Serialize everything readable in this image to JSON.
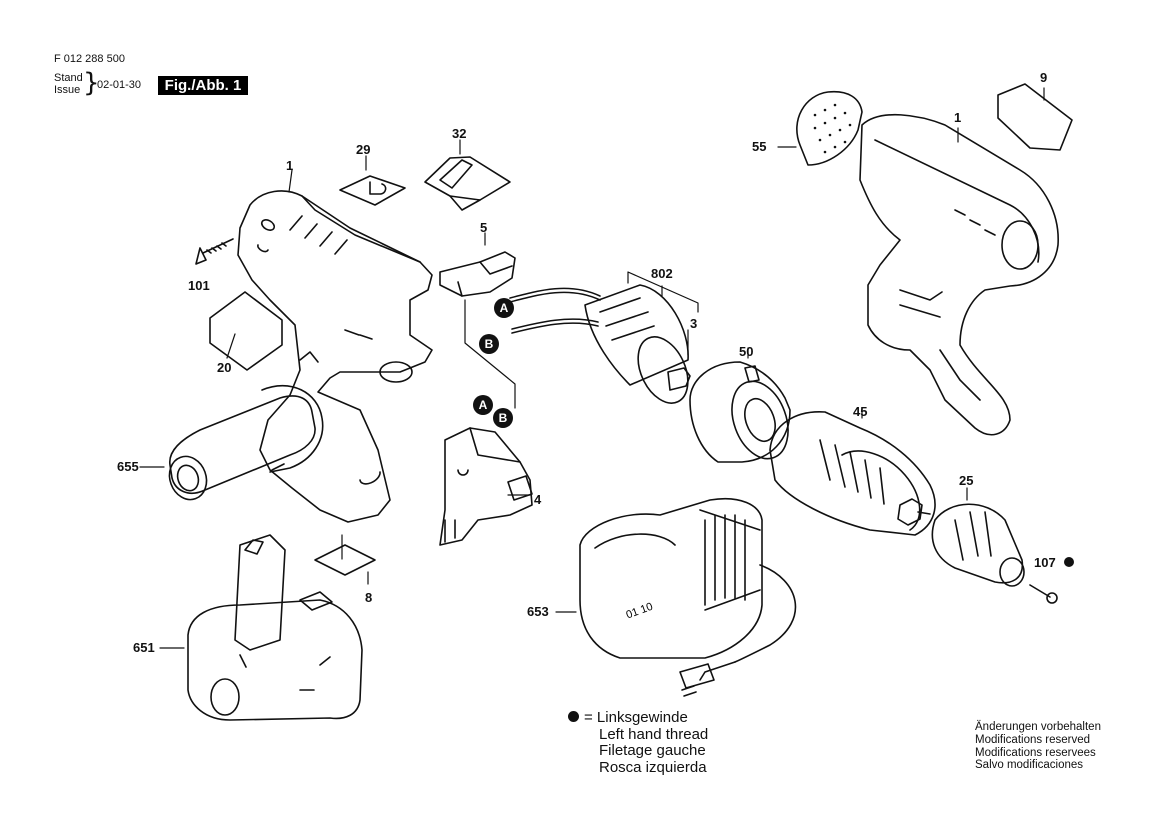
{
  "header": {
    "doc_number": "F 012 288 500",
    "stand_label": "Stand",
    "issue_label": "Issue",
    "date": "02-01-30",
    "figure": "Fig./Abb. 1"
  },
  "parts": {
    "p1_left": "1",
    "p29": "29",
    "p32": "32",
    "p5": "5",
    "p101": "101",
    "p20": "20",
    "p802": "802",
    "p3": "3",
    "p50": "50",
    "p45": "45",
    "p25": "25",
    "p107": "107",
    "p655": "655",
    "p4": "4",
    "p8": "8",
    "p651": "651",
    "p653": "653",
    "p55": "55",
    "p9": "9",
    "p1_right": "1"
  },
  "connectors": {
    "a": "A",
    "b": "B"
  },
  "legend": {
    "symbol_meaning": "= Linksgewinde",
    "line2": "Left hand thread",
    "line3": "Filetage gauche",
    "line4": "Rosca izquierda"
  },
  "modifications": {
    "de": "Änderungen vorbehalten",
    "en": "Modifications reserved",
    "fr": "Modifications reservees",
    "es": "Salvo modificaciones"
  },
  "charger_marking": "01 10"
}
